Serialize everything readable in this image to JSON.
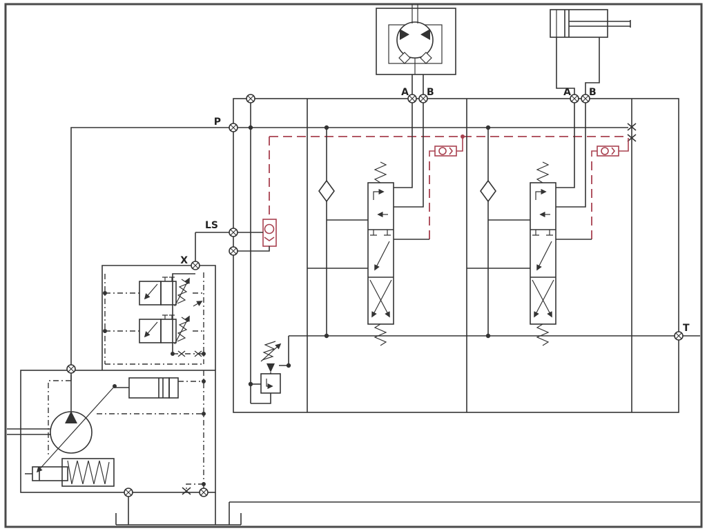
{
  "meta": {
    "type": "hydraulic-schematic",
    "description": "Load-sensing hydraulic circuit: variable displacement pump with regulator block, pilot relief valve, two spring-centered directional valve sections feeding a hydraulic motor and a double-acting cylinder, red dashed load-sense pilot rail with shuttle valves"
  },
  "colors": {
    "line": "#333333",
    "pilot_line": "#a8404f",
    "frame": "#4a4a4a",
    "background": "#ffffff"
  },
  "labels": {
    "pump_pressure_port": "P",
    "load_sense_line": "LS",
    "pump_control_port": "X",
    "tank_port": "T",
    "motor_port_a": "A",
    "motor_port_b": "B",
    "cylinder_port_a": "A",
    "cylinder_port_b": "B"
  },
  "components": [
    "variable-displacement-pump",
    "pump-regulator-block",
    "pilot-operated-relief-valve",
    "load-sense-shuttle-valve",
    "directional-valve-section-1",
    "directional-valve-section-2",
    "hydraulic-motor",
    "double-acting-cylinder",
    "check-valve",
    "orifice",
    "plugged-port",
    "tank"
  ]
}
